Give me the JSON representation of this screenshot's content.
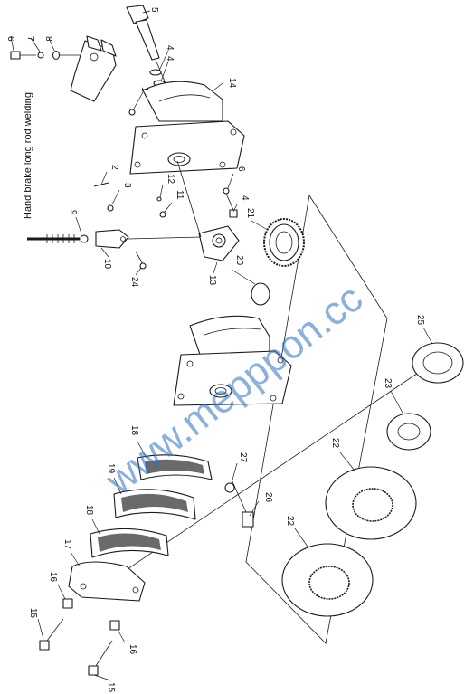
{
  "diagram": {
    "note_text": "Hand brake long rod welding",
    "watermark": "www.mepppon.cc",
    "watermark_color": "#2d6fbf",
    "labels": {
      "l1": "1",
      "l2": "2",
      "l3": "3",
      "l4a": "4",
      "l4b": "4",
      "l4c": "4",
      "l5": "5",
      "l6a": "6",
      "l6b": "6",
      "l7": "7",
      "l8": "8",
      "l9": "9",
      "l10": "10",
      "l11": "11",
      "l12": "12",
      "l13": "13",
      "l14": "14",
      "l15a": "15",
      "l15b": "15",
      "l16a": "16",
      "l16b": "16",
      "l17": "17",
      "l18a": "18",
      "l18b": "18",
      "l19": "19",
      "l20": "20",
      "l21": "21",
      "l22a": "22",
      "l22b": "22",
      "l23": "23",
      "l24": "24",
      "l25": "25",
      "l26": "26",
      "l27": "27"
    }
  }
}
